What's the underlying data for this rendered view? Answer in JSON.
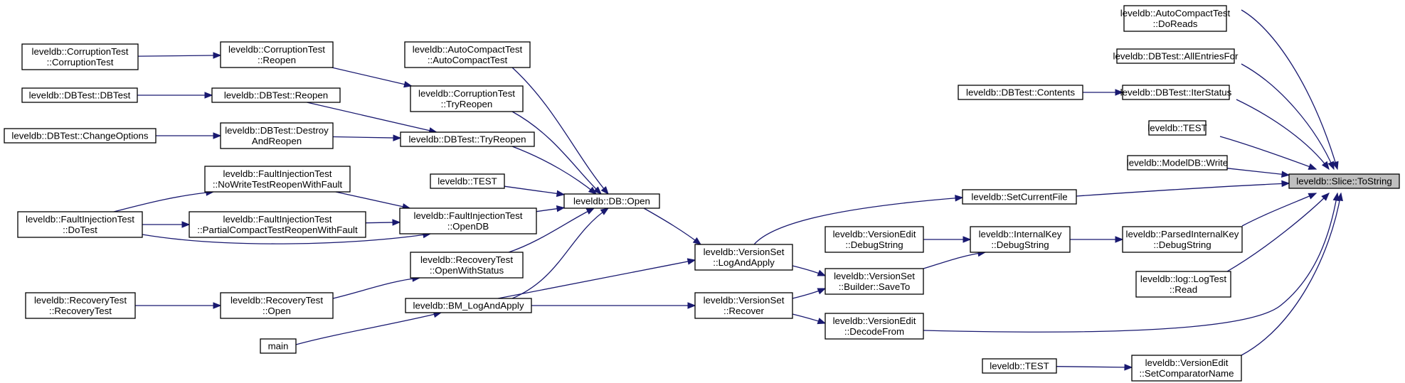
{
  "colors": {
    "edge": "#191970",
    "root_fill": "#bfbfbf",
    "node_fill": "#ffffff",
    "node_border": "#000000"
  },
  "nodes": [
    {
      "id": "tostring",
      "lines": [
        "leveldb::Slice::ToString"
      ],
      "root": true
    },
    {
      "id": "autocompact_doreads",
      "lines": [
        "leveldb::AutoCompactTest",
        "::DoReads"
      ]
    },
    {
      "id": "dbtest_allentriesfor",
      "lines": [
        "leveldb::DBTest::AllEntriesFor"
      ]
    },
    {
      "id": "dbtest_contents",
      "lines": [
        "leveldb::DBTest::Contents"
      ]
    },
    {
      "id": "dbtest_iterstatus",
      "lines": [
        "leveldb::DBTest::IterStatus"
      ]
    },
    {
      "id": "test_top",
      "lines": [
        "leveldb::TEST"
      ]
    },
    {
      "id": "modeldb_write",
      "lines": [
        "leveldb::ModelDB::Write"
      ]
    },
    {
      "id": "setcurrentfile",
      "lines": [
        "leveldb::SetCurrentFile"
      ]
    },
    {
      "id": "parsedinternalkey_debugstring",
      "lines": [
        "leveldb::ParsedInternalKey",
        "::DebugString"
      ]
    },
    {
      "id": "internalkey_debugstring",
      "lines": [
        "leveldb::InternalKey",
        "::DebugString"
      ]
    },
    {
      "id": "versionedit_debugstring",
      "lines": [
        "leveldb::VersionEdit",
        "::DebugString"
      ]
    },
    {
      "id": "builder_saveto",
      "lines": [
        "leveldb::VersionSet",
        "::Builder::SaveTo"
      ]
    },
    {
      "id": "logtest_read",
      "lines": [
        "leveldb::log::LogTest",
        "::Read"
      ]
    },
    {
      "id": "versionedit_decodefrom",
      "lines": [
        "leveldb::VersionEdit",
        "::DecodeFrom"
      ]
    },
    {
      "id": "versionedit_setcomparatorname",
      "lines": [
        "leveldb::VersionEdit",
        "::SetComparatorName"
      ]
    },
    {
      "id": "test_bottom",
      "lines": [
        "leveldb::TEST"
      ]
    },
    {
      "id": "versionset_logandapply",
      "lines": [
        "leveldb::VersionSet",
        "::LogAndApply"
      ]
    },
    {
      "id": "versionset_recover",
      "lines": [
        "leveldb::VersionSet",
        "::Recover"
      ]
    },
    {
      "id": "db_open",
      "lines": [
        "leveldb::DB::Open"
      ]
    },
    {
      "id": "bm_logandapply",
      "lines": [
        "leveldb::BM_LogAndApply"
      ]
    },
    {
      "id": "autocompact_ctor",
      "lines": [
        "leveldb::AutoCompactTest",
        "::AutoCompactTest"
      ]
    },
    {
      "id": "corruption_tryreopen",
      "lines": [
        "leveldb::CorruptionTest",
        "::TryReopen"
      ]
    },
    {
      "id": "dbtest_tryreopen",
      "lines": [
        "leveldb::DBTest::TryReopen"
      ]
    },
    {
      "id": "test_mid",
      "lines": [
        "leveldb::TEST"
      ]
    },
    {
      "id": "faultinjection_opendb",
      "lines": [
        "leveldb::FaultInjectionTest",
        "::OpenDB"
      ]
    },
    {
      "id": "recoverytest_openwithstatus",
      "lines": [
        "leveldb::RecoveryTest",
        "::OpenWithStatus"
      ]
    },
    {
      "id": "recoverytest_open",
      "lines": [
        "leveldb::RecoveryTest",
        "::Open"
      ]
    },
    {
      "id": "main",
      "lines": [
        "main"
      ]
    },
    {
      "id": "corruption_reopen",
      "lines": [
        "leveldb::CorruptionTest",
        "::Reopen"
      ]
    },
    {
      "id": "dbtest_reopen",
      "lines": [
        "leveldb::DBTest::Reopen"
      ]
    },
    {
      "id": "dbtest_destroyandreopen",
      "lines": [
        "leveldb::DBTest::Destroy",
        "AndReopen"
      ]
    },
    {
      "id": "fi_nowritetestreopenwithfault",
      "lines": [
        "leveldb::FaultInjectionTest",
        "::NoWriteTestReopenWithFault"
      ]
    },
    {
      "id": "fi_partialcompacttestreopenwithfault",
      "lines": [
        "leveldb::FaultInjectionTest",
        "::PartialCompactTestReopenWithFault"
      ]
    },
    {
      "id": "corruption_ctor",
      "lines": [
        "leveldb::CorruptionTest",
        "::CorruptionTest"
      ]
    },
    {
      "id": "dbtest_ctor",
      "lines": [
        "leveldb::DBTest::DBTest"
      ]
    },
    {
      "id": "dbtest_changeoptions",
      "lines": [
        "leveldb::DBTest::ChangeOptions"
      ]
    },
    {
      "id": "fi_dotest",
      "lines": [
        "leveldb::FaultInjectionTest",
        "::DoTest"
      ]
    },
    {
      "id": "recoverytest_ctor",
      "lines": [
        "leveldb::RecoveryTest",
        "::RecoveryTest"
      ]
    }
  ],
  "edges": [
    {
      "from": "autocompact_doreads",
      "to": "tostring"
    },
    {
      "from": "dbtest_allentriesfor",
      "to": "tostring"
    },
    {
      "from": "dbtest_iterstatus",
      "to": "tostring"
    },
    {
      "from": "test_top",
      "to": "tostring"
    },
    {
      "from": "modeldb_write",
      "to": "tostring"
    },
    {
      "from": "setcurrentfile",
      "to": "tostring"
    },
    {
      "from": "parsedinternalkey_debugstring",
      "to": "tostring"
    },
    {
      "from": "logtest_read",
      "to": "tostring"
    },
    {
      "from": "versionedit_decodefrom",
      "to": "tostring"
    },
    {
      "from": "versionedit_setcomparatorname",
      "to": "tostring"
    },
    {
      "from": "dbtest_contents",
      "to": "dbtest_iterstatus"
    },
    {
      "from": "internalkey_debugstring",
      "to": "parsedinternalkey_debugstring"
    },
    {
      "from": "versionedit_debugstring",
      "to": "internalkey_debugstring"
    },
    {
      "from": "builder_saveto",
      "to": "internalkey_debugstring"
    },
    {
      "from": "test_bottom",
      "to": "versionedit_setcomparatorname"
    },
    {
      "from": "versionset_logandapply",
      "to": "setcurrentfile"
    },
    {
      "from": "versionset_logandapply",
      "to": "builder_saveto"
    },
    {
      "from": "versionset_recover",
      "to": "builder_saveto"
    },
    {
      "from": "versionset_recover",
      "to": "versionedit_decodefrom"
    },
    {
      "from": "db_open",
      "to": "versionset_logandapply"
    },
    {
      "from": "bm_logandapply",
      "to": "versionset_logandapply"
    },
    {
      "from": "bm_logandapply",
      "to": "versionset_recover"
    },
    {
      "from": "bm_logandapply",
      "to": "db_open"
    },
    {
      "from": "autocompact_ctor",
      "to": "db_open"
    },
    {
      "from": "corruption_tryreopen",
      "to": "db_open"
    },
    {
      "from": "dbtest_tryreopen",
      "to": "db_open"
    },
    {
      "from": "test_mid",
      "to": "db_open"
    },
    {
      "from": "faultinjection_opendb",
      "to": "db_open"
    },
    {
      "from": "recoverytest_openwithstatus",
      "to": "db_open"
    },
    {
      "from": "corruption_reopen",
      "to": "corruption_tryreopen"
    },
    {
      "from": "dbtest_reopen",
      "to": "dbtest_tryreopen"
    },
    {
      "from": "dbtest_destroyandreopen",
      "to": "dbtest_tryreopen"
    },
    {
      "from": "fi_nowritetestreopenwithfault",
      "to": "faultinjection_opendb"
    },
    {
      "from": "fi_partialcompacttestreopenwithfault",
      "to": "faultinjection_opendb"
    },
    {
      "from": "fi_dotest",
      "to": "faultinjection_opendb"
    },
    {
      "from": "recoverytest_open",
      "to": "recoverytest_openwithstatus"
    },
    {
      "from": "main",
      "to": "bm_logandapply"
    },
    {
      "from": "corruption_ctor",
      "to": "corruption_reopen"
    },
    {
      "from": "dbtest_ctor",
      "to": "dbtest_reopen"
    },
    {
      "from": "dbtest_changeoptions",
      "to": "dbtest_destroyandreopen"
    },
    {
      "from": "fi_dotest",
      "to": "fi_nowritetestreopenwithfault"
    },
    {
      "from": "fi_dotest",
      "to": "fi_partialcompacttestreopenwithfault"
    },
    {
      "from": "recoverytest_ctor",
      "to": "recoverytest_open"
    }
  ]
}
